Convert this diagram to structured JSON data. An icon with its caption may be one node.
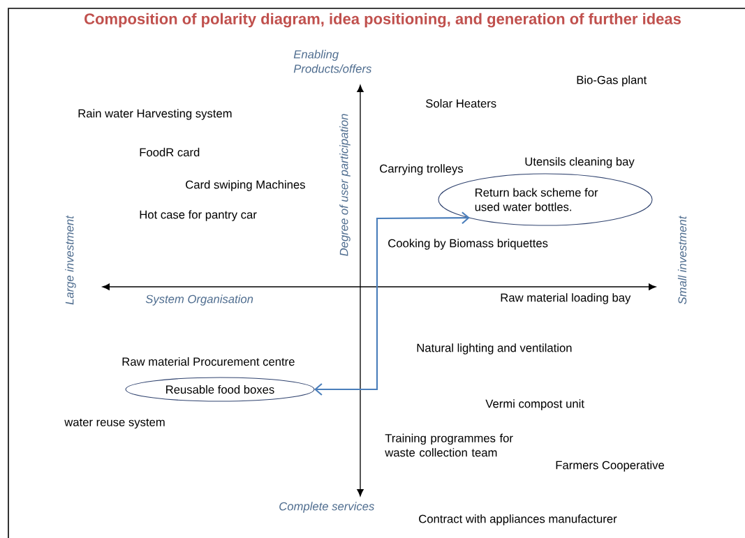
{
  "diagram": {
    "title": "Composition of polarity diagram, idea positioning, and generation of further ideas",
    "nodes": [
      {
        "text": [
          "Return back scheme for used water bottles."
        ]
      },
      {
        "text": [
          "Reusable food boxes"
        ]
      }
    ],
    "edges": [
      {
        "from": 1,
        "to": 0,
        "arrow": "both",
        "color": "#4a7ebb"
      }
    ],
    "labels": [
      "Enabling Products/offers",
      "Bio-Gas plant",
      "Solar Heaters",
      "Rain water Harvesting system",
      "Degree of user participation",
      "FoodR card",
      "Utensils  cleaning bay",
      "Carrying trolleys",
      "Card swiping Machines",
      "Hot case for pantry car",
      "Cooking by Biomass briquettes",
      "Large investment",
      "Small investment",
      "System Organisation",
      "Raw material loading bay",
      "Natural lighting and ventilation",
      "Raw material Procurement centre",
      "Vermi compost unit",
      "water reuse system",
      "Training programmes for waste collection team",
      "Farmers Cooperative",
      "Complete services",
      "Contract with appliances manufacturer"
    ]
  }
}
